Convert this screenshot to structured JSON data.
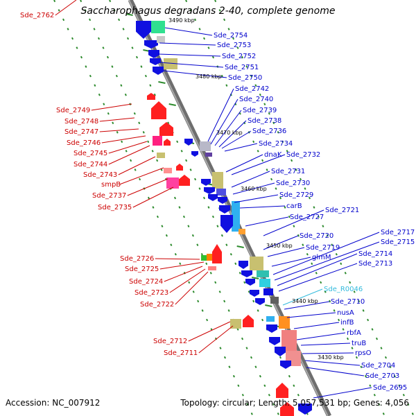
{
  "title": "Saccharophagus degradans 2-40, complete genome",
  "footer": {
    "accession": "Accession: NC_007912",
    "summary": "Topology: circular; Length: 5,057,531 bp; Genes: 4,056"
  },
  "colors": {
    "backbone": "#808080",
    "forward_label": "#0000cc",
    "reverse_label": "#cc0000",
    "rna_label": "#33bbdd",
    "tick_dots": "#2e8b2e",
    "tick_text": "#000000"
  },
  "ticks": [
    "3490 kbp",
    "3480 kbp",
    "3470 kbp",
    "3460 kbp",
    "3450 kbp",
    "3440 kbp",
    "3430 kbp"
  ],
  "forward_labels": [
    "Sde_2754",
    "Sde_2753",
    "Sde_2752",
    "Sde_2751",
    "Sde_2750",
    "Sde_2742",
    "Sde_2740",
    "Sde_2739",
    "Sde_2738",
    "Sde_2736",
    "Sde_2734",
    "dnaK",
    "Sde_2732",
    "Sde_2731",
    "Sde_2730",
    "Sde_2729",
    "carB",
    "Sde_2727",
    "Sde_2721",
    "Sde_2720",
    "Sde_2719",
    "glmM",
    "Sde_2717",
    "Sde_2715",
    "Sde_2714",
    "Sde_2713",
    "Sde_R0046",
    "Sde_2710",
    "nusA",
    "infB",
    "rbfA",
    "truB",
    "rpsO",
    "Sde_2704",
    "Sde_2703",
    "Sde_2695"
  ],
  "reverse_labels": [
    "Sde_2762",
    "Sde_2749",
    "Sde_2748",
    "Sde_2747",
    "Sde_2746",
    "Sde_2745",
    "Sde_2744",
    "Sde_2743",
    "smpB",
    "Sde_2737",
    "Sde_2735",
    "Sde_2726",
    "Sde_2725",
    "Sde_2724",
    "Sde_2723",
    "Sde_2722",
    "Sde_2712",
    "Sde_2711"
  ]
}
